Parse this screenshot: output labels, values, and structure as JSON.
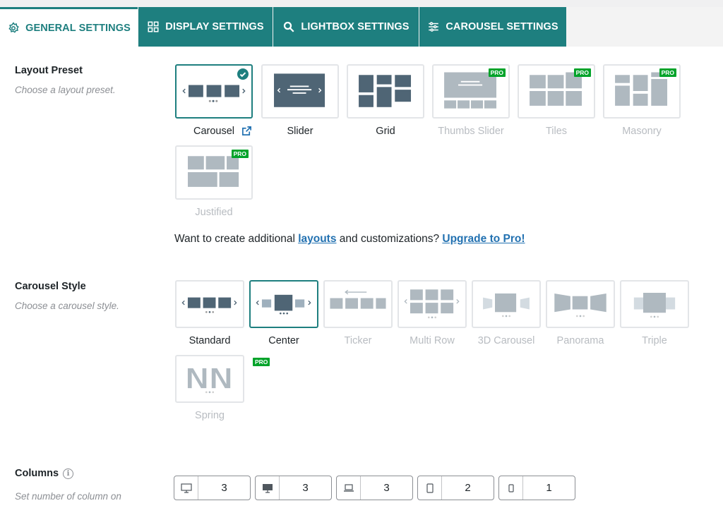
{
  "tabs": [
    {
      "label": "GENERAL SETTINGS",
      "icon": "gear-icon",
      "active": true
    },
    {
      "label": "DISPLAY SETTINGS",
      "icon": "grid-icon"
    },
    {
      "label": "LIGHTBOX SETTINGS",
      "icon": "search-icon"
    },
    {
      "label": "CAROUSEL SETTINGS",
      "icon": "sliders-icon"
    }
  ],
  "layout_preset": {
    "label": "Layout Preset",
    "description": "Choose a layout preset.",
    "options": [
      {
        "label": "Carousel",
        "selected": true,
        "pro": false
      },
      {
        "label": "Slider",
        "pro": false
      },
      {
        "label": "Grid",
        "pro": false
      },
      {
        "label": "Thumbs Slider",
        "pro": true
      },
      {
        "label": "Tiles",
        "pro": true
      },
      {
        "label": "Masonry",
        "pro": true
      },
      {
        "label": "Justified",
        "pro": true
      }
    ],
    "pro_badge": "PRO"
  },
  "upgrade": {
    "prefix": "Want to create additional ",
    "link1": "layouts",
    "middle": " and customizations? ",
    "link2": "Upgrade to Pro!"
  },
  "carousel_style": {
    "label": "Carousel Style",
    "description": "Choose a carousel style.",
    "options": [
      {
        "label": "Standard",
        "pro": false
      },
      {
        "label": "Center",
        "selected": true,
        "pro": false
      },
      {
        "label": "Ticker",
        "pro": true
      },
      {
        "label": "Multi Row",
        "pro": true
      },
      {
        "label": "3D Carousel",
        "pro": true
      },
      {
        "label": "Panorama",
        "pro": true
      },
      {
        "label": "Triple",
        "pro": true
      },
      {
        "label": "Spring",
        "pro": true
      }
    ],
    "pro_badge": "PRO"
  },
  "columns": {
    "label": "Columns",
    "info_icon": "info-icon",
    "description": "Set number of column on",
    "inputs": [
      {
        "device": "large-desktop-icon",
        "value": "3"
      },
      {
        "device": "desktop-icon",
        "value": "3"
      },
      {
        "device": "laptop-icon",
        "value": "3"
      },
      {
        "device": "tablet-icon",
        "value": "2"
      },
      {
        "device": "mobile-icon",
        "value": "1"
      }
    ]
  },
  "colors": {
    "accent": "#1e7f7f",
    "pro": "#00a32a",
    "link": "#2271b1",
    "thumb": "#4f6575"
  }
}
